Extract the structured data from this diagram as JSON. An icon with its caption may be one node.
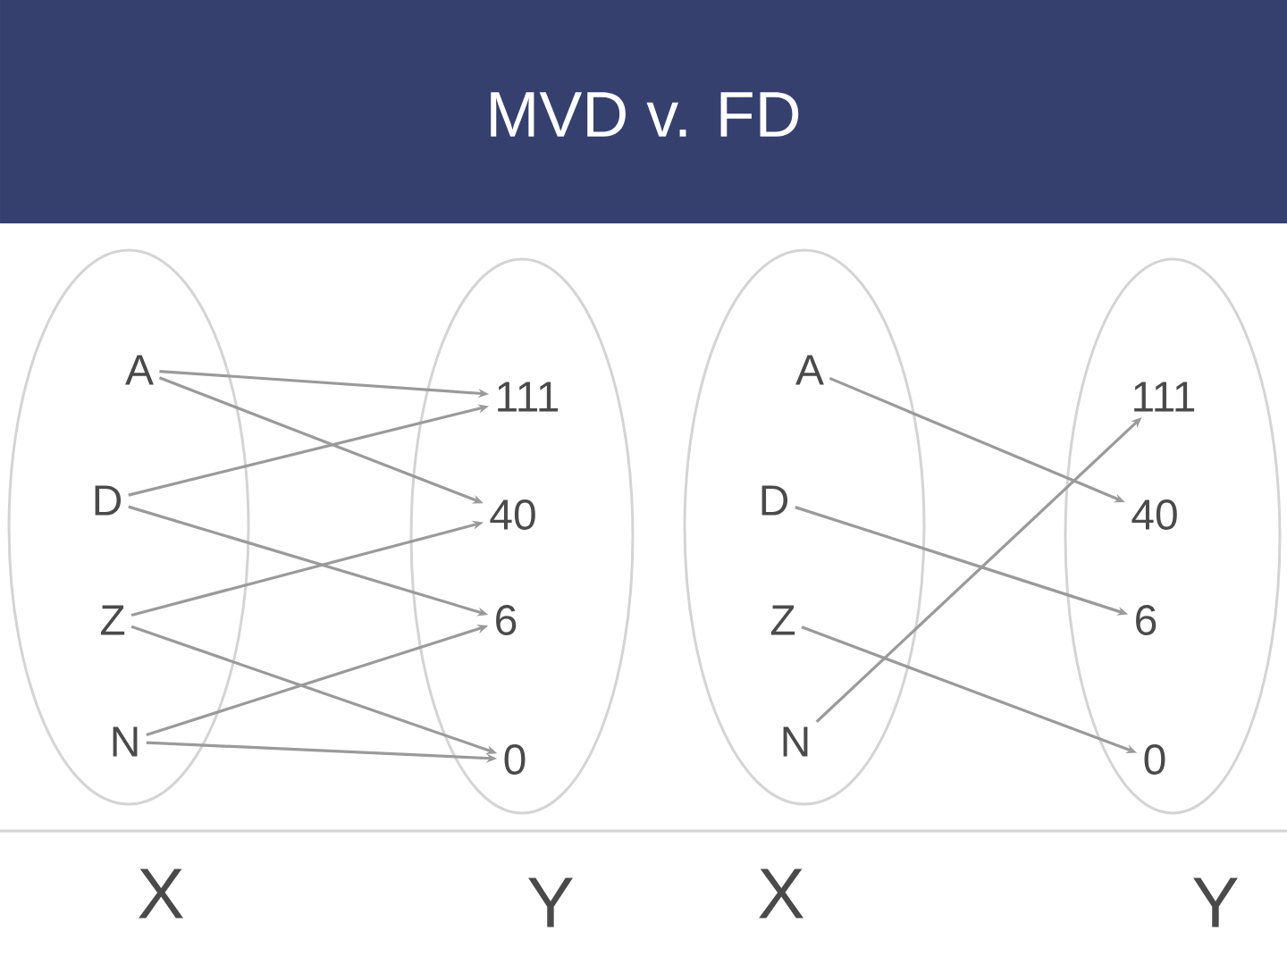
{
  "diagram": {
    "title": "MVD v. FD",
    "nodes": [
      {
        "text": [],
        "shape": "ellipse",
        "beside": [
          "X"
        ]
      },
      {
        "text": [
          "A"
        ],
        "in": 0
      },
      {
        "text": [
          "D"
        ],
        "in": 0
      },
      {
        "text": [
          "Z"
        ],
        "in": 0
      },
      {
        "text": [
          "N"
        ],
        "in": 0
      },
      {
        "text": [],
        "shape": "ellipse",
        "beside": [
          "Y"
        ]
      },
      {
        "text": [
          "111"
        ],
        "in": 5
      },
      {
        "text": [
          "40"
        ],
        "in": 5
      },
      {
        "text": [
          "6"
        ],
        "in": 5
      },
      {
        "text": [
          "0"
        ],
        "in": 5
      },
      {
        "text": [],
        "shape": "ellipse",
        "beside": [
          "X"
        ]
      },
      {
        "text": [
          "A"
        ],
        "in": 10
      },
      {
        "text": [
          "D"
        ],
        "in": 10
      },
      {
        "text": [
          "Z"
        ],
        "in": 10
      },
      {
        "text": [
          "N"
        ],
        "in": 10
      },
      {
        "text": [],
        "shape": "ellipse",
        "beside": [
          "Y"
        ]
      },
      {
        "text": [
          "111"
        ],
        "in": 15
      },
      {
        "text": [
          "40"
        ],
        "in": 15
      },
      {
        "text": [
          "6"
        ],
        "in": 15
      },
      {
        "text": [
          "0"
        ],
        "in": 15
      }
    ],
    "edges": [
      {
        "from": 1,
        "to": 6,
        "arrow": "to"
      },
      {
        "from": 1,
        "to": 7,
        "arrow": "to"
      },
      {
        "from": 2,
        "to": 6,
        "arrow": "to"
      },
      {
        "from": 2,
        "to": 8,
        "arrow": "to"
      },
      {
        "from": 3,
        "to": 7,
        "arrow": "to"
      },
      {
        "from": 3,
        "to": 9,
        "arrow": "to"
      },
      {
        "from": 4,
        "to": 8,
        "arrow": "to"
      },
      {
        "from": 4,
        "to": 9,
        "arrow": "to"
      },
      {
        "from": 11,
        "to": 17,
        "arrow": "to"
      },
      {
        "from": 12,
        "to": 18,
        "arrow": "to"
      },
      {
        "from": 13,
        "to": 19,
        "arrow": "to"
      },
      {
        "from": 14,
        "to": 16,
        "arrow": "to"
      }
    ]
  }
}
